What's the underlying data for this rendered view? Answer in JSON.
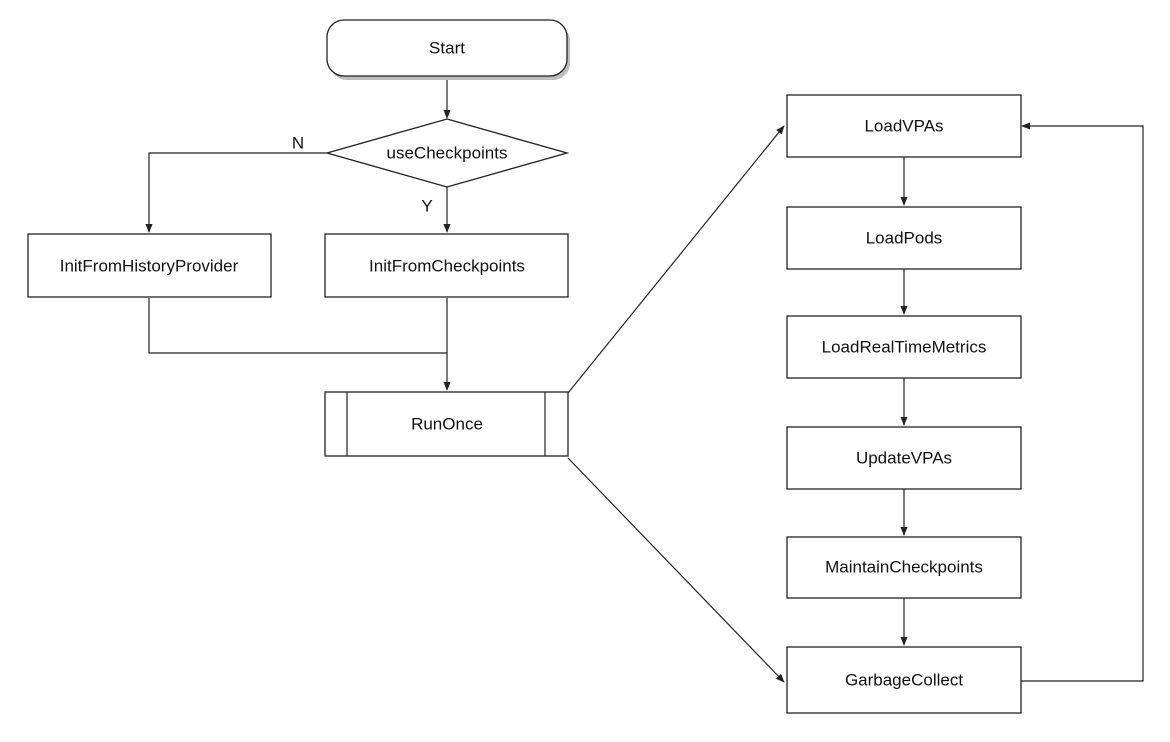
{
  "diagram": {
    "start": "Start",
    "decision": "useCheckpoints",
    "branch_no": "N",
    "branch_yes": "Y",
    "init_history": "InitFromHistoryProvider",
    "init_checkpoints": "InitFromCheckpoints",
    "run_once": "RunOnce",
    "loop_steps": [
      "LoadVPAs",
      "LoadPods",
      "LoadRealTimeMetrics",
      "UpdateVPAs",
      "MaintainCheckpoints",
      "GarbageCollect"
    ]
  },
  "colors": {
    "stroke": "#222222",
    "fill": "#ffffff",
    "shadow": "#bdbdbd",
    "text": "#111111"
  }
}
